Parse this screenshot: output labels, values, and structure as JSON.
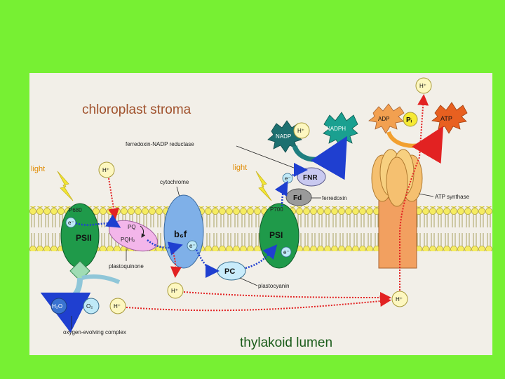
{
  "title_top": "chloroplast stroma",
  "title_bottom": "thylakoid lumen",
  "labels": {
    "light_left": "light",
    "light_right": "light",
    "ferredoxin_nadp_reductase": "ferredoxin-NADP reductase",
    "cytochrome": "cytochrome",
    "plastoquinone": "plastoquinone",
    "plastocyanin": "plastocyanin",
    "ferredoxin": "ferredoxin",
    "atp_synthase": "ATP synthase",
    "oxygen_evolving_complex": "oxygen-evolving complex"
  },
  "complexes": {
    "psii_top": "P680",
    "psii_main": "PSII",
    "psi_top": "P700",
    "psi_main": "PSI",
    "pq": "PQ",
    "pqh2": "PQH₂",
    "b6f": "b₆f",
    "pc": "PC",
    "fnr": "FNR",
    "fd": "Fd"
  },
  "molecules": {
    "h_plus": "H⁺",
    "electron": "e⁻",
    "nadp": "NADP",
    "nadph": "NADPH",
    "adp": "ADP",
    "pi": "Pᵢ",
    "atp": "ATP",
    "h2o": "H₂O",
    "o2": "O₂"
  },
  "colors": {
    "background": "#77f033",
    "panel": "#f2efe8",
    "title": "#a0522d",
    "photosystem": "#1f9a4a",
    "cytochrome": "#7fb0e8",
    "plastoquinone": "#f3b6ea",
    "plastocyanin": "#c9ecfb",
    "atp_synthase": "#f2a060",
    "electron_path": "#1f3fd0",
    "proton_path": "#e22222"
  }
}
